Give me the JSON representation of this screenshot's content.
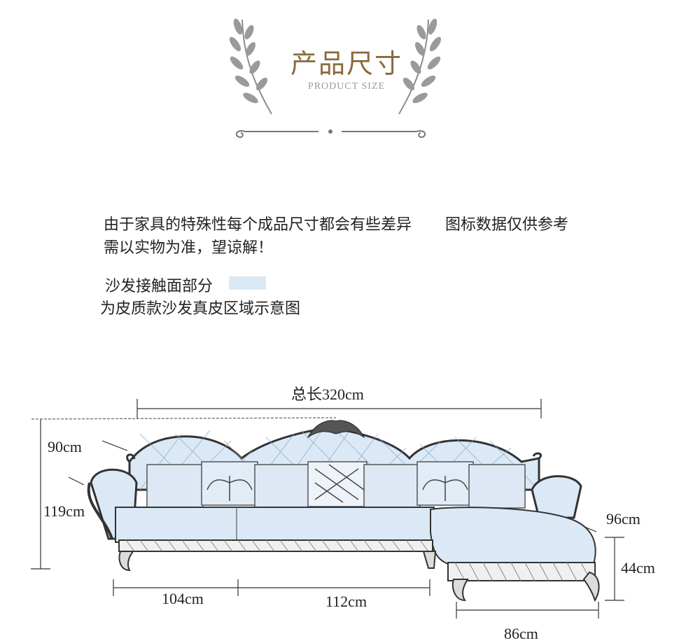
{
  "header": {
    "title_cn": "产品尺寸",
    "title_en": "PRODUCT SIZE"
  },
  "notice": {
    "line1_a": "由于家具的特殊性每个成品尺寸都会有些差异",
    "line1_b": "图标数据仅供参考",
    "line2": "需以实物为准，望谅解！",
    "legend_label": "沙发接触面部分",
    "legend_desc": "为皮质款沙发真皮区域示意图",
    "legend_color": "#dbe9f7"
  },
  "dimensions": {
    "total_length": "总长320cm",
    "depth": "90cm",
    "height": "119cm",
    "chaise_depth": "96cm",
    "seat_height": "44cm",
    "section_left": "104cm",
    "section_middle": "112cm",
    "chaise_width": "86cm"
  }
}
